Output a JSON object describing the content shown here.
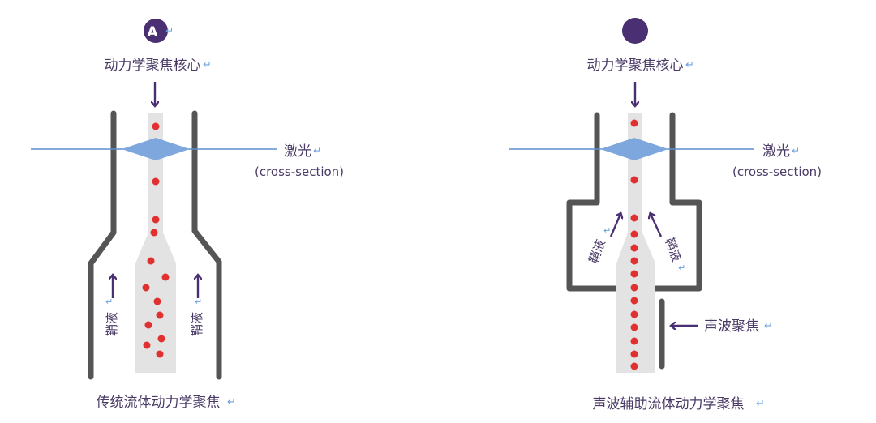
{
  "panel_a": {
    "badge": "A",
    "core_label": "动力学聚焦核心",
    "laser_label": "激光",
    "laser_sub": "(cross-section)",
    "sheath_left": "鞘液",
    "sheath_right": "鞘液",
    "caption": "传统流体动力学聚焦"
  },
  "panel_b": {
    "badge": "",
    "core_label": "动力学聚焦核心",
    "laser_label": "激光",
    "laser_sub": "(cross-section)",
    "sheath_left": "鞘液",
    "sheath_right": "鞘液",
    "acoustic_label": "声波聚焦",
    "caption": "声波辅助流体动力学聚焦"
  },
  "colors": {
    "badge": "#4a2f73",
    "text": "#4a3a66",
    "arrow": "#4a2f73",
    "wall": "#555555",
    "stream": "#e3e3e3",
    "cell": "#e03030",
    "laser_line": "#5b8fd0",
    "laser_diamond": "#7da7dd",
    "return_mark": "#6aa0e0"
  },
  "icons": {
    "return_mark": "return-arrow-icon",
    "flow_arrow": "flow-arrow-icon"
  }
}
